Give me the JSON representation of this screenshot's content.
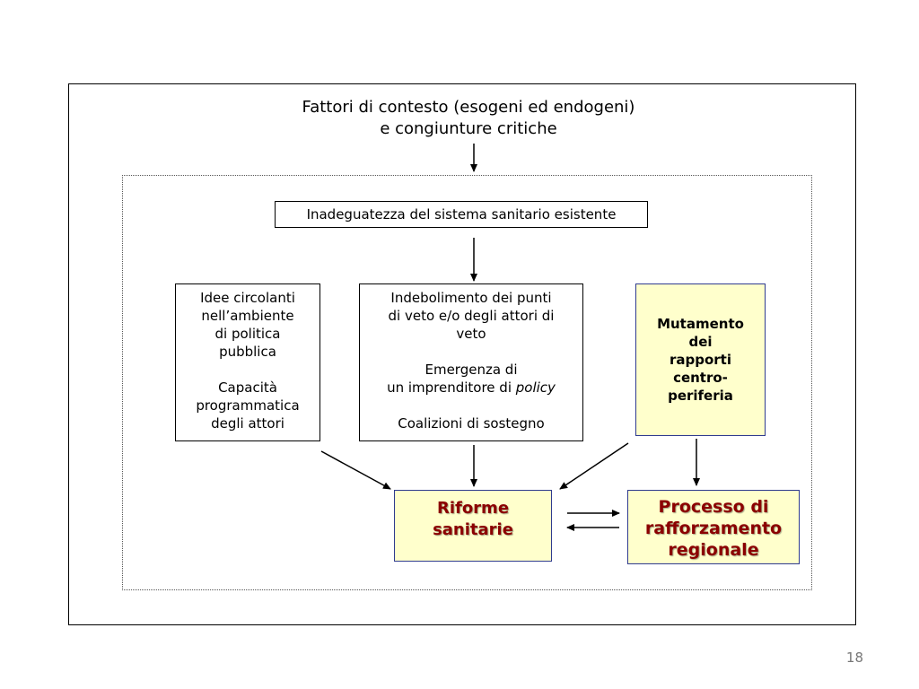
{
  "title": {
    "line1": "Fattori di contesto (esogeni ed endogeni)",
    "line2": "e congiunture critiche"
  },
  "top_box": {
    "label": "Inadeguatezza del sistema sanitario esistente"
  },
  "idee_box": {
    "line1": "Idee circolanti",
    "line2": "nell’ambiente",
    "line3": "di politica",
    "line4": "pubblica",
    "line5": "Capacità",
    "line6": "programmatica",
    "line7": "degli attori"
  },
  "indeb_box": {
    "line1": "Indebolimento dei punti",
    "line2": "di veto e/o degli attori di",
    "line3": "veto",
    "line4": "Emergenza di",
    "line5_prefix": "un imprenditore di ",
    "line5_italic": "policy",
    "line6": "Coalizioni di sostegno"
  },
  "mut_box": {
    "line1": "Mutamento",
    "line2": "dei",
    "line3": "rapporti",
    "line4": "centro-",
    "line5": "periferia"
  },
  "riforme_box": {
    "line1": "Riforme",
    "line2": "sanitarie"
  },
  "processo_box": {
    "line1": "Processo di",
    "line2": "rafforzamento",
    "line3": "regionale"
  },
  "page_number": "18"
}
